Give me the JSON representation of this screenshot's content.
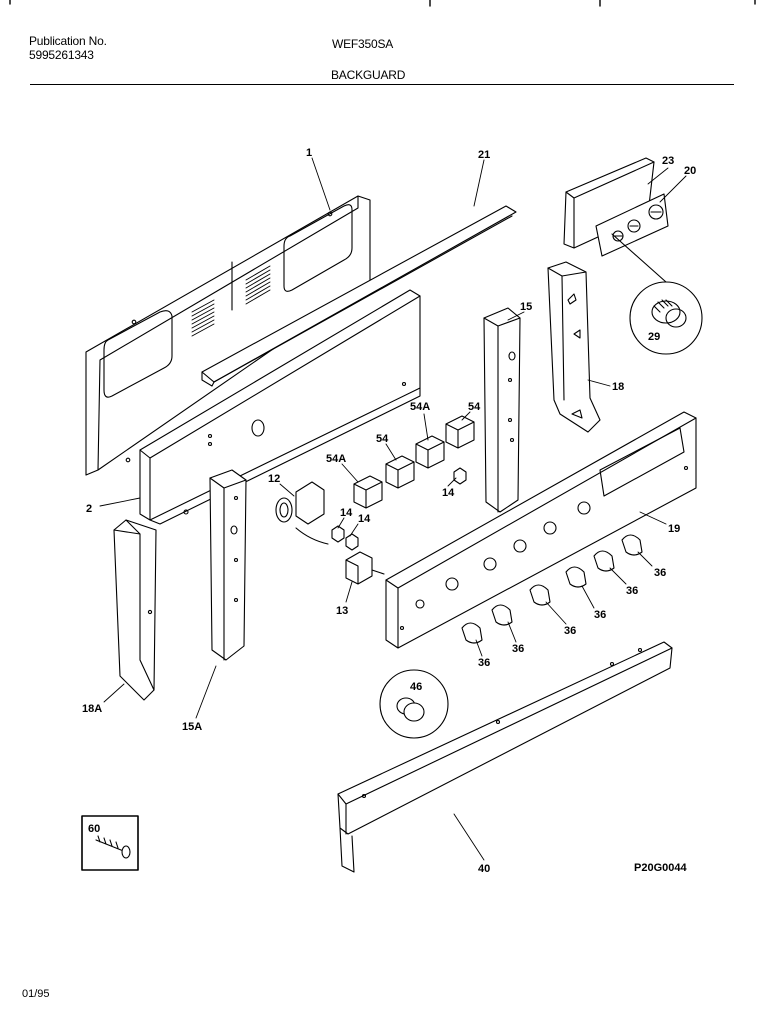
{
  "header": {
    "publication_label": "Publication No.",
    "publication_number": "5995261343",
    "model": "WEF350SA",
    "section": "BACKGUARD"
  },
  "diagram": {
    "callouts": {
      "c1": "1",
      "c21": "21",
      "c23": "23",
      "c20": "20",
      "c15": "15",
      "c29": "29",
      "c18": "18",
      "c54a_top": "54A",
      "c54_top": "54",
      "c54_mid": "54",
      "c54a_mid": "54A",
      "c12": "12",
      "c14_a": "14",
      "c14_b": "14",
      "c14_c": "14",
      "c2": "2",
      "c19": "19",
      "c13": "13",
      "c36_a": "36",
      "c36_b": "36",
      "c36_c": "36",
      "c36_d": "36",
      "c36_e": "36",
      "c36_f": "36",
      "c18a": "18A",
      "c15a": "15A",
      "c46": "46",
      "c60": "60",
      "c40": "40"
    },
    "reference_code": "P20G0044"
  },
  "footer": {
    "date": "01/95"
  }
}
